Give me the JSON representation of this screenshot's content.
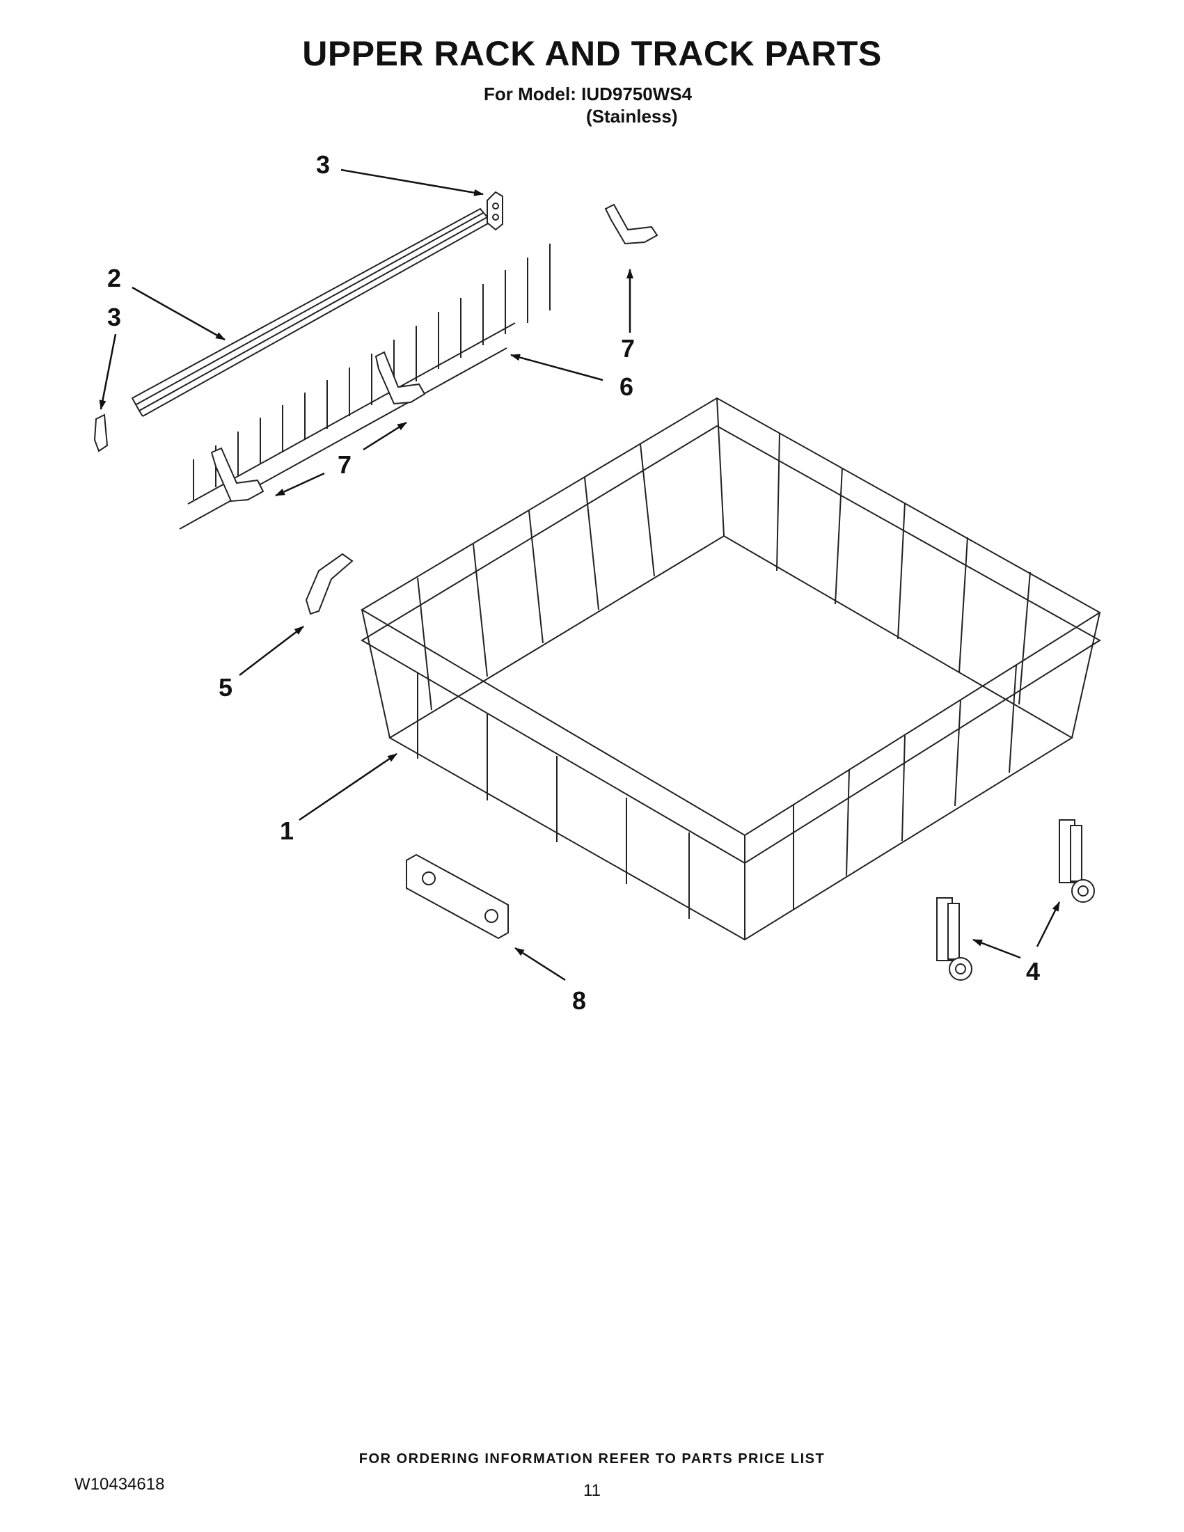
{
  "header": {
    "title": "UPPER RACK AND TRACK PARTS",
    "model_line": "For Model: IUD9750WS4",
    "variant": "(Stainless)"
  },
  "callouts": {
    "c1": "1",
    "c2": "2",
    "c3a": "3",
    "c3b": "3",
    "c4": "4",
    "c5": "5",
    "c6": "6",
    "c7a": "7",
    "c7b": "7",
    "c8": "8"
  },
  "footer": {
    "ordering_note": "FOR ORDERING INFORMATION REFER TO PARTS PRICE LIST",
    "document_number": "W10434618",
    "page_number": "11"
  }
}
